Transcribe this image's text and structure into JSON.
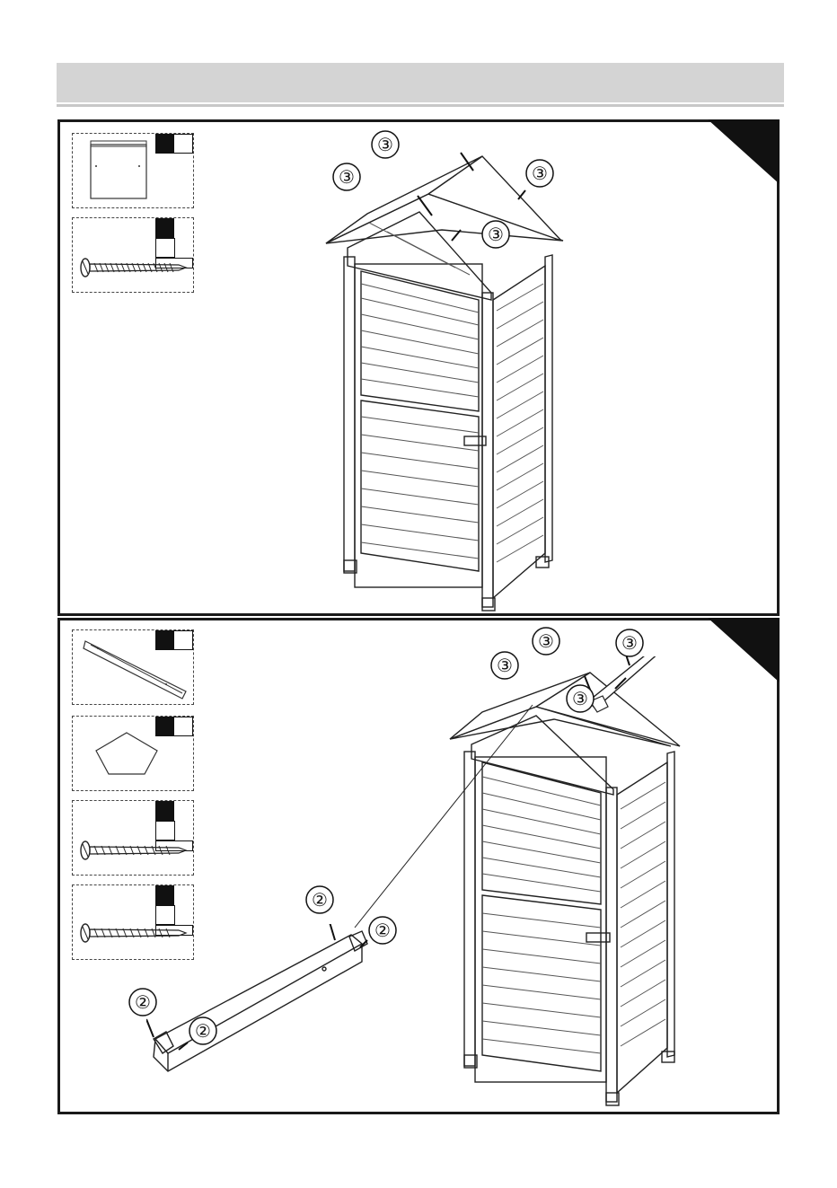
{
  "header": {
    "title": ""
  },
  "steps": [
    {
      "callouts": [
        "③",
        "③",
        "③",
        "③"
      ],
      "parts": [
        {
          "icon": "roof-panel-icon"
        },
        {
          "icon": "screw-icon"
        }
      ]
    },
    {
      "callouts_top": [
        "③",
        "③",
        "③",
        "③"
      ],
      "callouts_bottom": [
        "②",
        "②",
        "②",
        "②"
      ],
      "parts": [
        {
          "icon": "ridge-cap-icon"
        },
        {
          "icon": "pentagon-block-icon"
        },
        {
          "icon": "screw-icon"
        },
        {
          "icon": "screw-icon"
        }
      ]
    }
  ]
}
